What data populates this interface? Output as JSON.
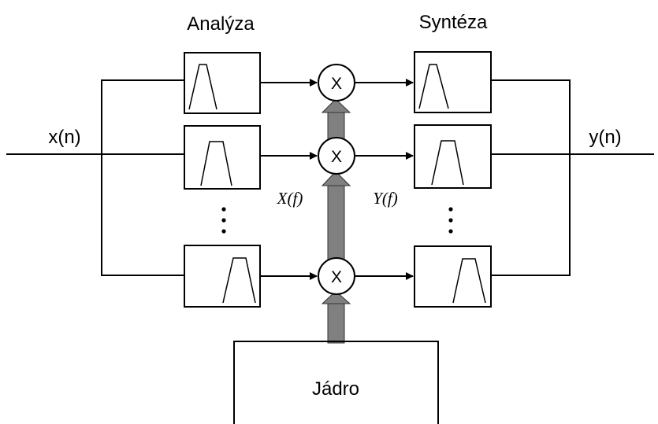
{
  "labels": {
    "analysis": "Analýza",
    "synthesis": "Syntéza",
    "input": "x(n)",
    "output": "y(n)",
    "spectrum_in": "X(f)",
    "spectrum_out": "Y(f)",
    "kernel": "Jádro"
  },
  "multiplier_symbol": "X",
  "colors": {
    "line": "#000000",
    "arrow_fill": "#808080",
    "background": "#ffffff"
  }
}
